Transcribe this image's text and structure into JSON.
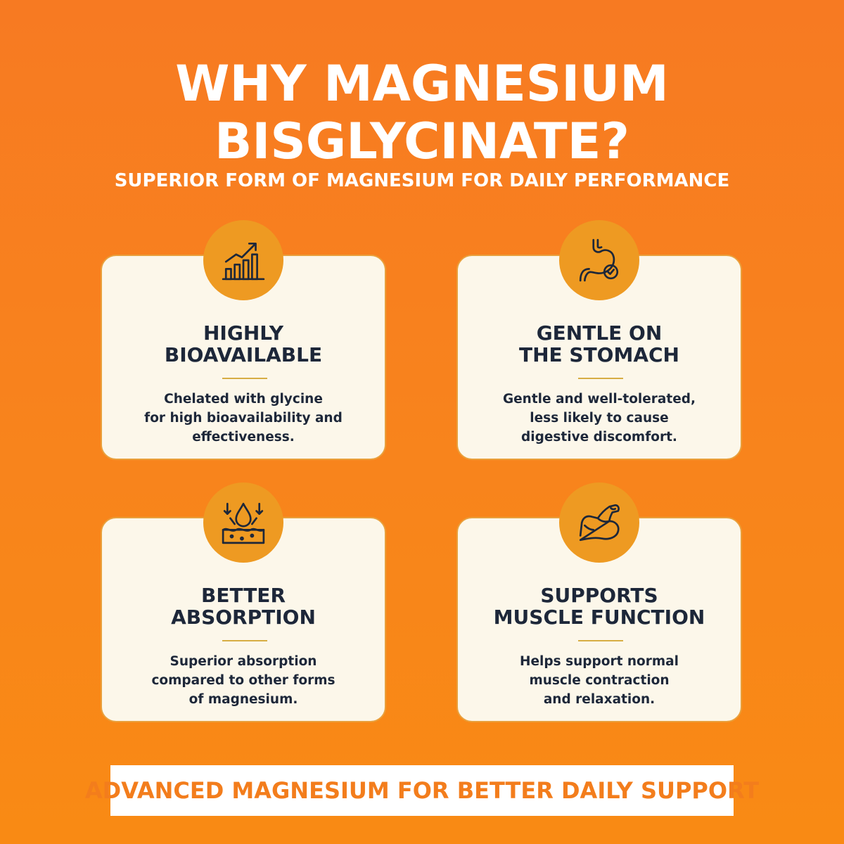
{
  "header": {
    "title_line1": "WHY MAGNESIUM",
    "title_line2": "BISGLYCINATE?",
    "subtitle": "SUPERIOR FORM OF MAGNESIUM FOR DAILY PERFORMANCE"
  },
  "cards": [
    {
      "icon": "growth-chart-icon",
      "title_line1": "HIGHLY",
      "title_line2": "BIOAVAILABLE",
      "text_line1": "Chelated with glycine",
      "text_line2": "for high bioavailability and",
      "text_line3": "effectiveness."
    },
    {
      "icon": "stomach-check-icon",
      "title_line1": "GENTLE ON",
      "title_line2": "THE STOMACH",
      "text_line1": "Gentle and well-tolerated,",
      "text_line2": "less likely to cause",
      "text_line3": "digestive discomfort."
    },
    {
      "icon": "absorption-drop-icon",
      "title_line1": "BETTER",
      "title_line2": "ABSORPTION",
      "text_line1": "Superior absorption",
      "text_line2": "compared to other forms",
      "text_line3": "of magnesium."
    },
    {
      "icon": "flexed-arm-icon",
      "title_line1": "SUPPORTS",
      "title_line2": "MUSCLE FUNCTION",
      "text_line1": "Helps support normal",
      "text_line2": "muscle contraction",
      "text_line3": "and relaxation."
    }
  ],
  "banner": {
    "text": "ADVANCED MAGNESIUM FOR BETTER DAILY SUPPORT"
  },
  "colors": {
    "background": "#f77a22",
    "card_background": "#fcf7ea",
    "card_border": "#e9a03c",
    "badge": "#ee9a22",
    "text_dark": "#1d2739",
    "rule": "#d7ad44",
    "banner_text": "#f37d1c"
  }
}
